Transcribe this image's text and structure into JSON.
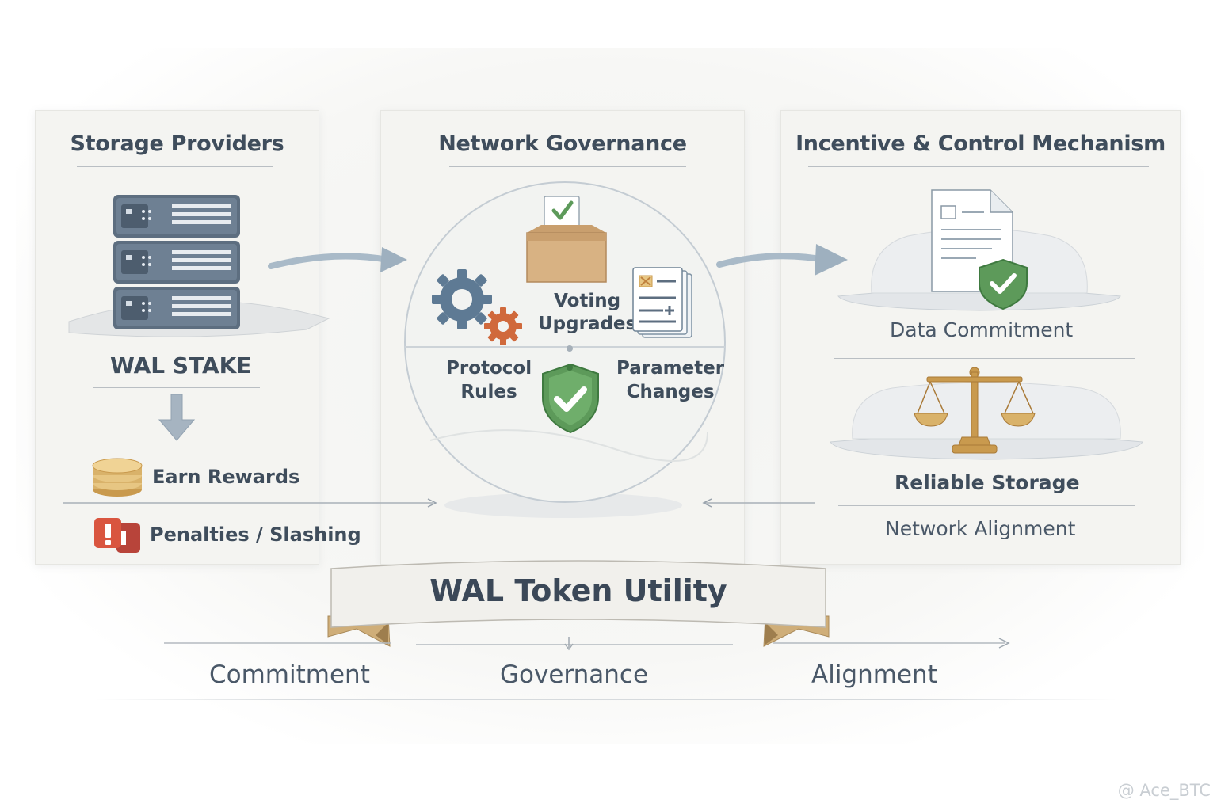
{
  "panels": {
    "storage": {
      "title": "Storage Providers",
      "stake_label": "WAL STAKE",
      "rewards_label": "Earn Rewards",
      "penalties_label": "Penalties / Slashing",
      "icons": [
        "server-stack-icon",
        "down-arrow-icon",
        "coin-stack-icon",
        "warning-icon"
      ]
    },
    "governance": {
      "title": "Network Governance",
      "voting_label": "Voting\nUpgrades",
      "protocol_label": "Protocol\nRules",
      "parameter_label": "Parameter\nChanges",
      "icons": [
        "ballot-box-icon",
        "gears-icon",
        "document-stack-icon",
        "shield-check-icon"
      ]
    },
    "incentive": {
      "title": "Incentive & Control Mechanism",
      "data_commitment_label": "Data Commitment",
      "reliable_storage_label": "Reliable Storage",
      "network_alignment_label": "Network Alignment",
      "icons": [
        "document-shield-icon",
        "balance-scale-icon"
      ]
    }
  },
  "banner": {
    "title": "WAL Token Utility",
    "labels": [
      "Commitment",
      "Governance",
      "Alignment"
    ]
  },
  "watermark": "@ Ace_BTC",
  "colors": {
    "text": "#3f4d5c",
    "arrow": "#a9bac8",
    "shield_green": "#5d9a5a",
    "coin_gold": "#d9b26a",
    "alert_red": "#d9553f",
    "server_slate": "#5d6e80",
    "gear_blue": "#5e7a94",
    "gear_orange": "#d0693c"
  }
}
